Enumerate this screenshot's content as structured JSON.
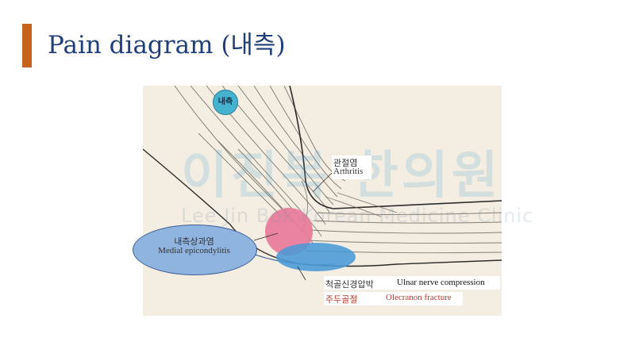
{
  "slide": {
    "title": "Pain diagram (내측)",
    "accent_color": "#c5631c",
    "title_color": "#1f3f7a"
  },
  "diagram": {
    "side_badge": "내측",
    "watermark": {
      "brand": "이진복 한의원",
      "subtitle": "Lee Jin Bok Korean Medicine Clinic"
    },
    "labels": {
      "arthritis_ko": "관절염",
      "arthritis_en": "Arthritis",
      "epicondylitis_ko": "내측상과염",
      "epicondylitis_en": "Medial epicondylitis",
      "ulnar_ko": "척골신경압박",
      "ulnar_en": "Ulnar nerve compression",
      "olecranon_ko": "주두골절",
      "olecranon_en": "Olecranon fracture"
    },
    "colors": {
      "pink_region": "#e87a9a",
      "blue_region": "#4a9ad6",
      "badge": "#45b3cf",
      "olecranon_text": "#b03a2e"
    }
  }
}
